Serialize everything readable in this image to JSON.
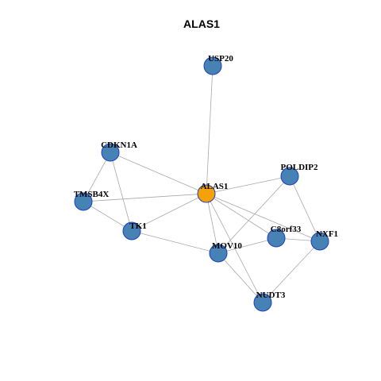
{
  "title": "ALAS1",
  "colors": {
    "center_node": "#f5a20a",
    "node": "#4682b4",
    "node_border": "#1f3fbf",
    "edge": "#a8a8a8"
  },
  "nodes": [
    {
      "id": "ALAS1",
      "label": "ALAS1",
      "center": true
    },
    {
      "id": "USP20",
      "label": "USP20"
    },
    {
      "id": "CDKN1A",
      "label": "CDKN1A"
    },
    {
      "id": "TMSB4X",
      "label": "TMSB4X"
    },
    {
      "id": "TK1",
      "label": "TK1"
    },
    {
      "id": "POLDIP2",
      "label": "POLDIP2"
    },
    {
      "id": "C8orf33",
      "label": "C8orf33"
    },
    {
      "id": "NXF1",
      "label": "NXF1"
    },
    {
      "id": "MOV10",
      "label": "MOV10"
    },
    {
      "id": "NUDT3",
      "label": "NUDT3"
    }
  ],
  "edges": [
    [
      "ALAS1",
      "USP20"
    ],
    [
      "ALAS1",
      "CDKN1A"
    ],
    [
      "ALAS1",
      "TMSB4X"
    ],
    [
      "ALAS1",
      "TK1"
    ],
    [
      "ALAS1",
      "POLDIP2"
    ],
    [
      "ALAS1",
      "C8orf33"
    ],
    [
      "ALAS1",
      "NXF1"
    ],
    [
      "ALAS1",
      "MOV10"
    ],
    [
      "ALAS1",
      "NUDT3"
    ],
    [
      "CDKN1A",
      "TMSB4X"
    ],
    [
      "CDKN1A",
      "TK1"
    ],
    [
      "TMSB4X",
      "TK1"
    ],
    [
      "TK1",
      "MOV10"
    ],
    [
      "POLDIP2",
      "MOV10"
    ],
    [
      "POLDIP2",
      "NXF1"
    ],
    [
      "MOV10",
      "C8orf33"
    ],
    [
      "MOV10",
      "NUDT3"
    ],
    [
      "C8orf33",
      "NXF1"
    ],
    [
      "NXF1",
      "NUDT3"
    ]
  ]
}
